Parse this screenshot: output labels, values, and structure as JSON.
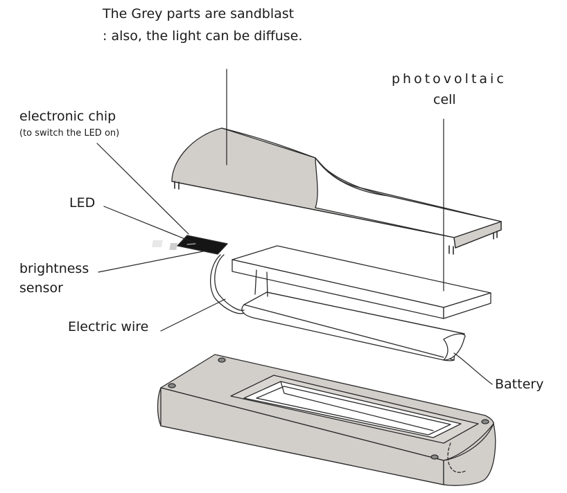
{
  "labels": {
    "note_line1": "The Grey parts are sandblast",
    "note_line2": ": also, the light can be diffuse.",
    "pv_line1": "photovoltaic",
    "pv_line2": "cell",
    "chip_line1": "electronic chip",
    "chip_line2": "(to switch the LED on)",
    "led": "LED",
    "sensor_line1": "brightness",
    "sensor_line2": "sensor",
    "wire": "Electric wire",
    "battery": "Battery"
  },
  "colors": {
    "grey_part": "#d2cfcb",
    "outline": "#2a2a2a",
    "chip": "#151515",
    "background": "#ffffff"
  }
}
